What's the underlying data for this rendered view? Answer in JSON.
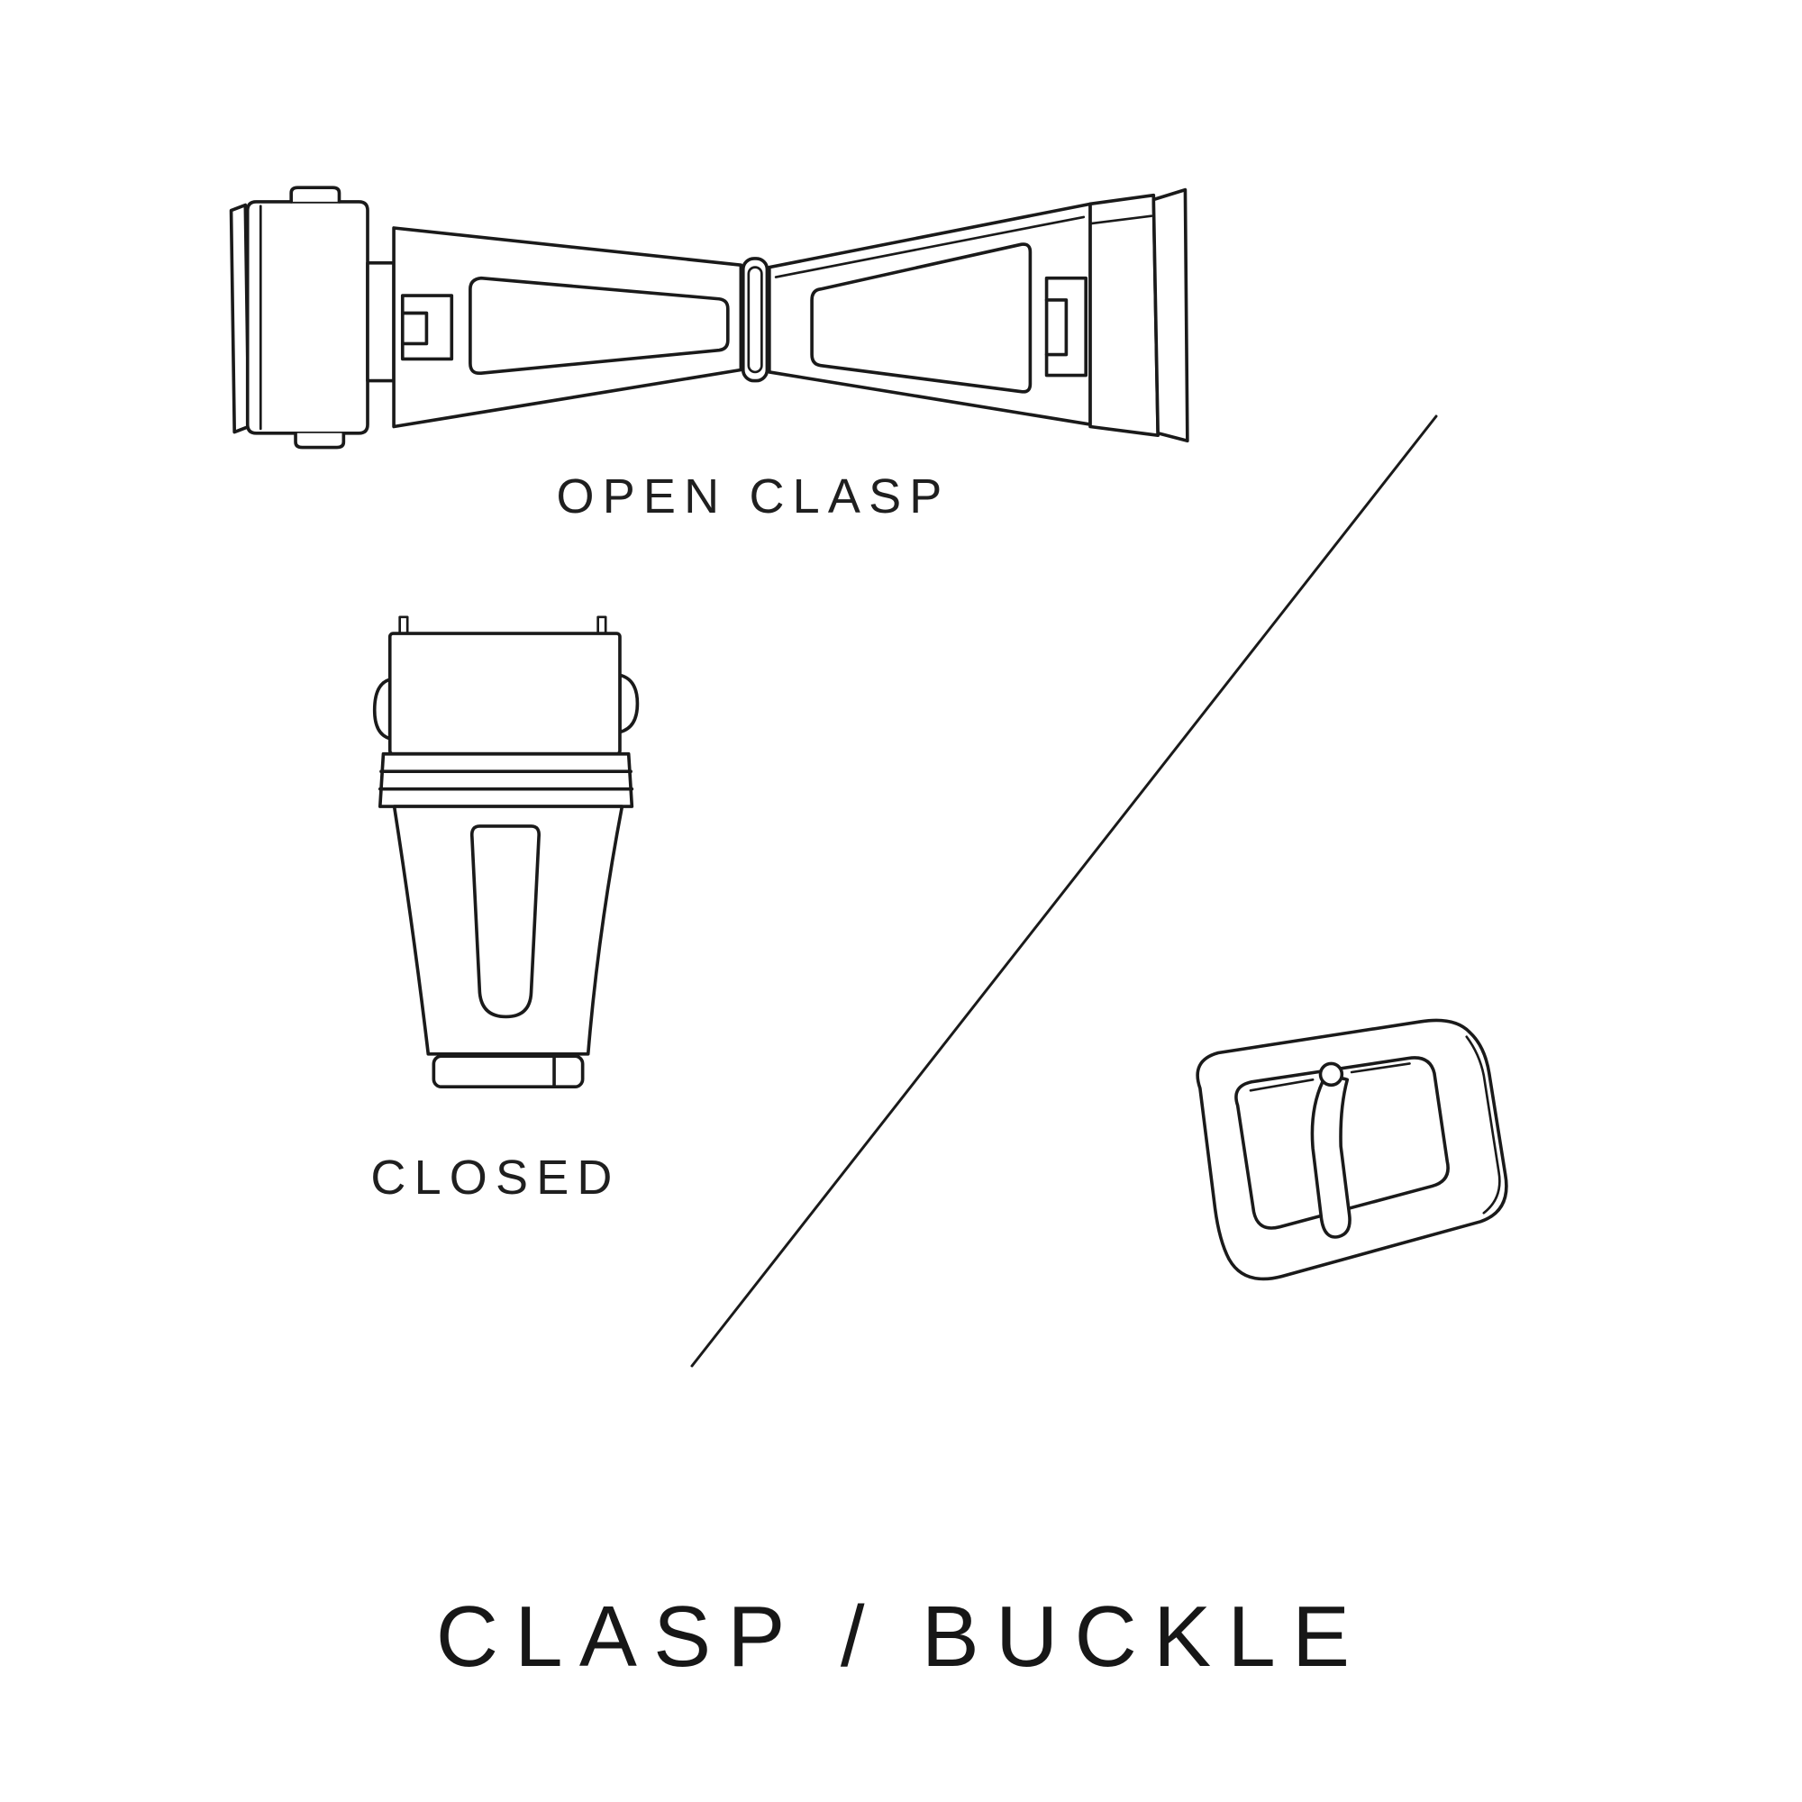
{
  "page": {
    "background": "#ffffff",
    "ink": "#1a1a1a"
  },
  "title": {
    "text": "CLASP / BUCKLE"
  },
  "figures": {
    "open_clasp": {
      "caption": "OPEN CLASP"
    },
    "closed_clasp": {
      "caption": "CLOSED"
    }
  }
}
